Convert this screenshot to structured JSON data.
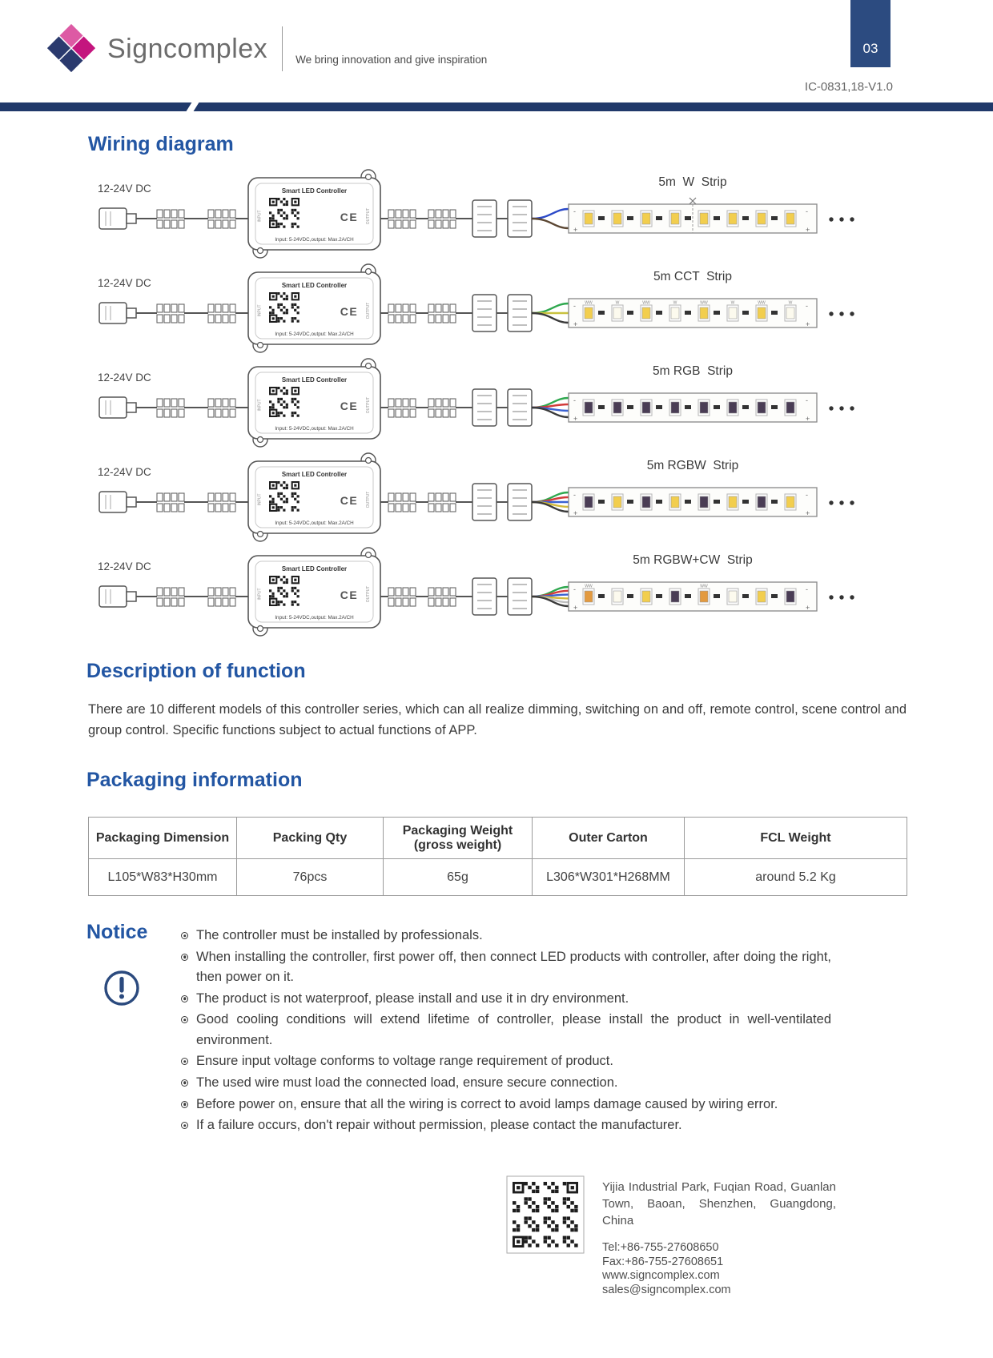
{
  "colors": {
    "accent_blue": "#2356A3",
    "navy_bar": "#20396A",
    "badge_navy": "#2C4B80",
    "logo_magenta": "#C4157E",
    "logo_pink": "#DD5AA4",
    "logo_navy": "#2B3A6E"
  },
  "header": {
    "brand": "Signcomplex",
    "tagline": "We bring innovation and give inspiration",
    "page_number": "03",
    "doc_version": "IC-0831,18-V1.0"
  },
  "wiring": {
    "title": "Wiring diagram",
    "controller": {
      "name": "Smart LED Controller",
      "spec": "Input: 5-24VDC,output: Max.2A/CH",
      "ce": "CE",
      "input_port": "INPUT",
      "output_port": "OUTPUT"
    },
    "diagrams": [
      {
        "input_label": "12-24V DC",
        "strip_label": "5m  W  Strip",
        "wire_colors": [
          "#2B49C8",
          "#5B4632"
        ],
        "led_pattern": [
          "#F2CE4E"
        ],
        "marks": [],
        "scissors": true
      },
      {
        "input_label": "12-24V DC",
        "strip_label": "5m CCT  Strip",
        "wire_colors": [
          "#2FA84F",
          "#C9C23F",
          "#3A3A3A"
        ],
        "led_pattern": [
          "#F2CE4E",
          "#FCFAEE"
        ],
        "marks": [
          "WW",
          "W"
        ],
        "scissors": false
      },
      {
        "input_label": "12-24V DC",
        "strip_label": "5m RGB  Strip",
        "wire_colors": [
          "#2FA84F",
          "#D23B3B",
          "#3B62D2",
          "#3A3A3A"
        ],
        "led_pattern": [
          "#4A3D55"
        ],
        "marks": [],
        "scissors": false
      },
      {
        "input_label": "12-24V DC",
        "strip_label": "5m RGBW  Strip",
        "wire_colors": [
          "#2FA84F",
          "#D23B3B",
          "#3B62D2",
          "#D2B93B",
          "#3A3A3A"
        ],
        "led_pattern": [
          "#4A3D55",
          "#F2CE4E"
        ],
        "marks": [],
        "scissors": false
      },
      {
        "input_label": "12-24V DC",
        "strip_label": "5m RGBW+CW  Strip",
        "wire_colors": [
          "#2FA84F",
          "#D23B3B",
          "#3B62D2",
          "#D2B93B",
          "#BFBFBF",
          "#3A3A3A"
        ],
        "led_pattern": [
          "#E39A3F",
          "#FCFAEE",
          "#F2CE4E",
          "#4A3D55"
        ],
        "marks": [
          "WW",
          "",
          "",
          ""
        ],
        "scissors": false
      }
    ]
  },
  "description": {
    "title": "Description of function",
    "body": "There are 10 different models of this controller series, which can all realize dimming, switching on and off, remote control, scene control and group control. Specific functions subject to actual functions of APP."
  },
  "packaging": {
    "title": "Packaging information",
    "headers": [
      "Packaging Dimension",
      "Packing Qty",
      "Packaging Weight\n(gross weight)",
      "Outer Carton",
      "FCL Weight"
    ],
    "row": [
      "L105*W83*H30mm",
      "76pcs",
      "65g",
      "L306*W301*H268MM",
      "around 5.2 Kg"
    ]
  },
  "notice": {
    "title": "Notice",
    "items": [
      "The controller must be installed by professionals.",
      "When installing the controller, first power off, then connect LED products with controller, after doing the right, then power on it.",
      "The product is not waterproof, please install and use it in dry environment.",
      "Good cooling conditions will extend lifetime of controller, please install the product in well-ventilated environment.",
      "Ensure input voltage conforms to voltage range requirement of product.",
      "The used wire must load the connected load, ensure secure connection.",
      "Before power on, ensure that all the wiring is correct to avoid lamps damage caused by wiring error.",
      "If a failure occurs, don't repair without permission, please contact the manufacturer."
    ]
  },
  "footer": {
    "address": "Yijia Industrial Park, Fuqian Road, Guanlan Town, Baoan, Shenzhen, Guangdong, China",
    "tel": "Tel:+86-755-27608650",
    "fax": "Fax:+86-755-27608651",
    "website": "www.signcomplex.com",
    "email": "sales@signcomplex.com"
  }
}
